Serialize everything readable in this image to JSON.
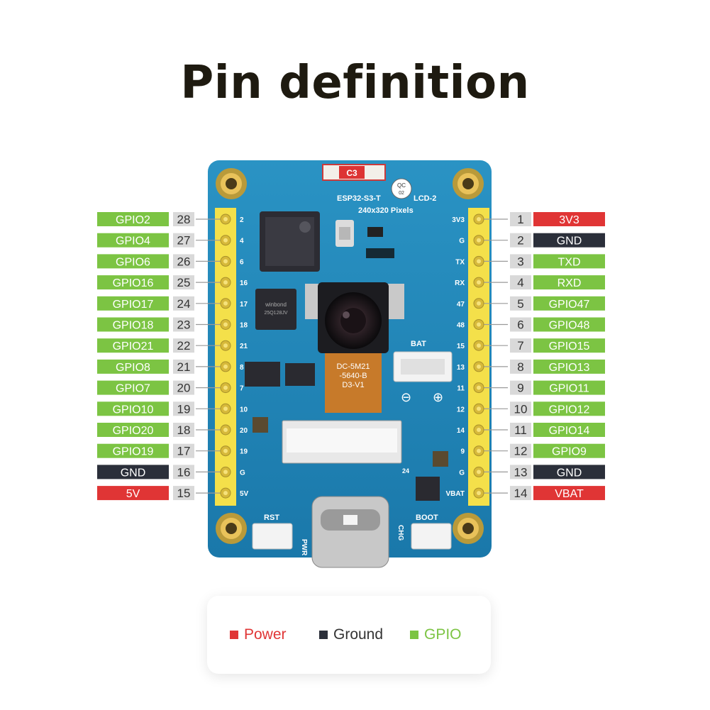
{
  "title": "Pin definition",
  "colors": {
    "power": "#e03535",
    "ground": "#2b2f3a",
    "gpio": "#7cc443",
    "number_box": "#d9d9d9",
    "board": "#1f86b8",
    "header": "#f4e04a"
  },
  "left_pins": [
    {
      "num": "28",
      "label": "GPIO2",
      "type": "gpio",
      "silk": "2"
    },
    {
      "num": "27",
      "label": "GPIO4",
      "type": "gpio",
      "silk": "4"
    },
    {
      "num": "26",
      "label": "GPIO6",
      "type": "gpio",
      "silk": "6"
    },
    {
      "num": "25",
      "label": "GPIO16",
      "type": "gpio",
      "silk": "16"
    },
    {
      "num": "24",
      "label": "GPIO17",
      "type": "gpio",
      "silk": "17"
    },
    {
      "num": "23",
      "label": "GPIO18",
      "type": "gpio",
      "silk": "18"
    },
    {
      "num": "22",
      "label": "GPIO21",
      "type": "gpio",
      "silk": "21"
    },
    {
      "num": "21",
      "label": "GPIO8",
      "type": "gpio",
      "silk": "8"
    },
    {
      "num": "20",
      "label": "GPIO7",
      "type": "gpio",
      "silk": "7"
    },
    {
      "num": "19",
      "label": "GPIO10",
      "type": "gpio",
      "silk": "10"
    },
    {
      "num": "18",
      "label": "GPIO20",
      "type": "gpio",
      "silk": "20"
    },
    {
      "num": "17",
      "label": "GPIO19",
      "type": "gpio",
      "silk": "19"
    },
    {
      "num": "16",
      "label": "GND",
      "type": "ground",
      "silk": "G"
    },
    {
      "num": "15",
      "label": "5V",
      "type": "power",
      "silk": "5V"
    }
  ],
  "right_pins": [
    {
      "num": "1",
      "label": "3V3",
      "type": "power",
      "silk": "3V3"
    },
    {
      "num": "2",
      "label": "GND",
      "type": "ground",
      "silk": "G"
    },
    {
      "num": "3",
      "label": "TXD",
      "type": "gpio",
      "silk": "TX"
    },
    {
      "num": "4",
      "label": "RXD",
      "type": "gpio",
      "silk": "RX"
    },
    {
      "num": "5",
      "label": "GPIO47",
      "type": "gpio",
      "silk": "47"
    },
    {
      "num": "6",
      "label": "GPIO48",
      "type": "gpio",
      "silk": "48"
    },
    {
      "num": "7",
      "label": "GPIO15",
      "type": "gpio",
      "silk": "15"
    },
    {
      "num": "8",
      "label": "GPIO13",
      "type": "gpio",
      "silk": "13"
    },
    {
      "num": "9",
      "label": "GPIO11",
      "type": "gpio",
      "silk": "11"
    },
    {
      "num": "10",
      "label": "GPIO12",
      "type": "gpio",
      "silk": "12"
    },
    {
      "num": "11",
      "label": "GPIO14",
      "type": "gpio",
      "silk": "14"
    },
    {
      "num": "12",
      "label": "GPIO9",
      "type": "gpio",
      "silk": "9"
    },
    {
      "num": "13",
      "label": "GND",
      "type": "ground",
      "silk": "G"
    },
    {
      "num": "14",
      "label": "VBAT",
      "type": "power",
      "silk": "VBAT"
    }
  ],
  "board": {
    "chip_label": "C3",
    "qc_label": "QC",
    "qc_num": "02",
    "model": "ESP32-S3-T",
    "model_suffix": "LCD-2",
    "resolution": "240x320 Pixels",
    "camera_label_1": "DC-5M21",
    "camera_label_2": "-5640-B",
    "camera_label_3": "D3-V1",
    "bat_label": "BAT",
    "bat_minus": "⊖",
    "bat_plus": "⊕",
    "rst_label": "RST",
    "pwr_label": "PWR",
    "chg_label": "CHG",
    "boot_label": "BOOT",
    "fpc_pin_label": "24",
    "flash_label_1": "winbond",
    "flash_label_2": "25Q128JV"
  },
  "legend": [
    {
      "label": "Power",
      "type": "power"
    },
    {
      "label": "Ground",
      "type": "ground"
    },
    {
      "label": "GPIO",
      "type": "gpio"
    }
  ]
}
